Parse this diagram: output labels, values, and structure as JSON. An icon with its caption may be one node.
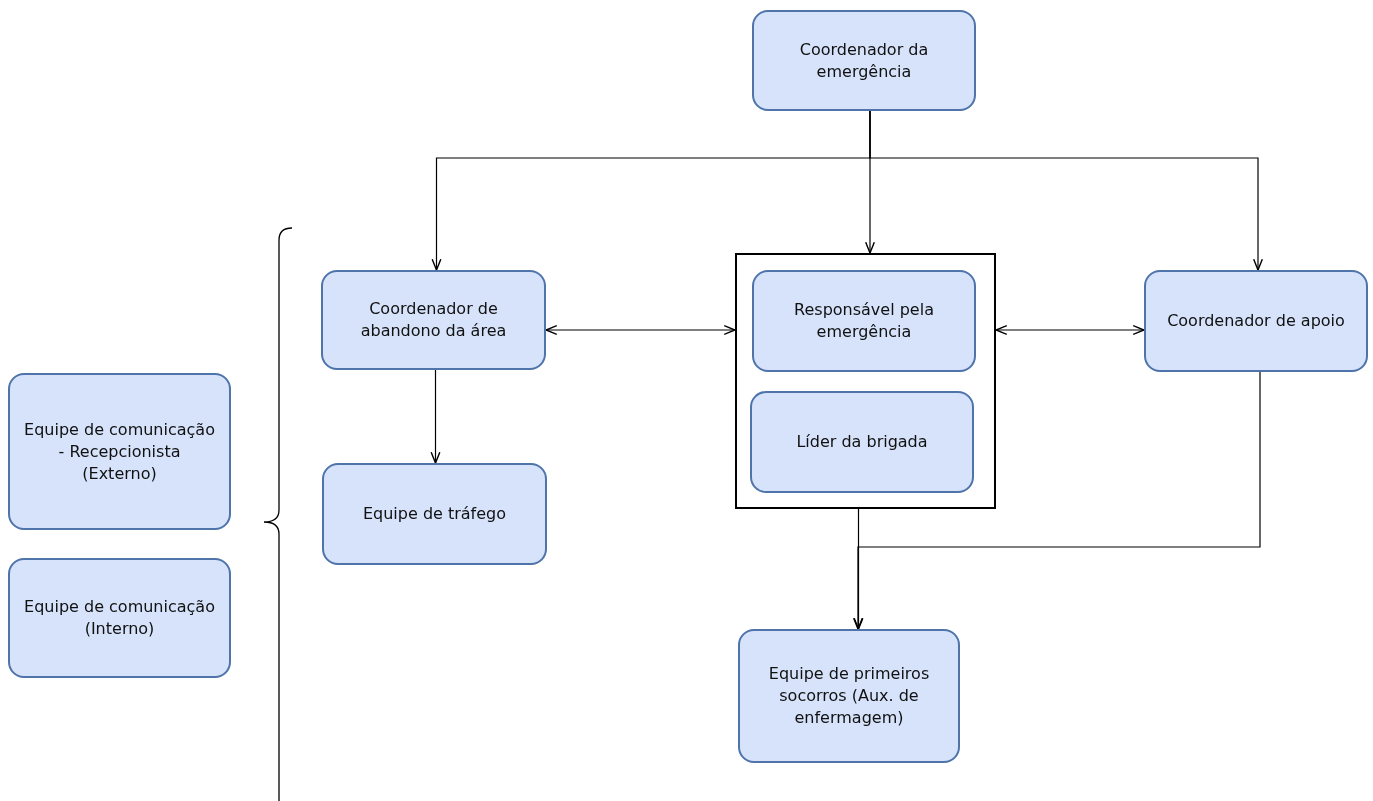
{
  "diagram": {
    "nodes": [
      {
        "text": [
          "Coordenador da emergência"
        ]
      },
      {
        "text": [
          "Coordenador de abandono da área"
        ]
      },
      {
        "text": [],
        "shape": "box"
      },
      {
        "text": [
          "Responsável pela emergência"
        ],
        "in": 2
      },
      {
        "text": [
          "Líder da brigada"
        ],
        "in": 2
      },
      {
        "text": [
          "Coordenador de apoio"
        ]
      },
      {
        "text": [
          "Equipe de tráfego"
        ]
      },
      {
        "text": [
          "Equipe de comunicação - Recepcionista (Externo)"
        ]
      },
      {
        "text": [
          "Equipe de comunicação (Interno)"
        ]
      },
      {
        "text": [
          "Equipe de primeiros socorros (Aux. de enfermagem)"
        ]
      }
    ],
    "edges": [
      {
        "from": 0,
        "to": 1,
        "arrow": "to"
      },
      {
        "from": 0,
        "to": 2,
        "arrow": "to"
      },
      {
        "from": 0,
        "to": 5,
        "arrow": "to"
      },
      {
        "from": 1,
        "to": 2,
        "arrow": "both"
      },
      {
        "from": 2,
        "to": 5,
        "arrow": "both"
      },
      {
        "from": 1,
        "to": 6,
        "arrow": "to"
      },
      {
        "from": 2,
        "to": 9,
        "arrow": "to"
      },
      {
        "from": 5,
        "to": 9,
        "arrow": "to"
      }
    ]
  }
}
